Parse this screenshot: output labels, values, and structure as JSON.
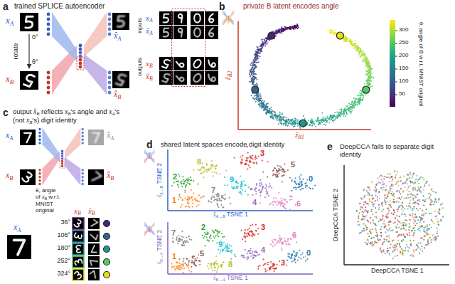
{
  "diagram": {
    "labels": [
      "a",
      "trained SPLICE autoencoder",
      "x",
      "A",
      "x",
      "B",
      "0°",
      "rotate",
      "θ°",
      "x̂",
      "A",
      "x̂",
      "B",
      "inputs",
      "outputs",
      "x",
      "A",
      "x̂",
      "A",
      "x",
      "B",
      "x̂",
      "B",
      "b",
      "private B latent encodes angle",
      "ẑ",
      "B1",
      "ẑ",
      "B2",
      "300",
      "250",
      "200",
      "150",
      "100",
      "50",
      "θ, angle of B w.r.t. MNIST original",
      "c",
      "output",
      "x̂",
      "B",
      "reflects",
      "x",
      "B",
      "'s angle and",
      "x",
      "A",
      "'s (not",
      "x",
      "B",
      "'s) digit identity",
      "x",
      "A",
      "x",
      "B",
      "x̂",
      "A",
      "x̂",
      "B",
      "θ, angle of",
      "x",
      "B",
      "w.r.t. MNIST original",
      "x",
      "A",
      "x",
      "B",
      "x̂",
      "B",
      "36°",
      "108°",
      "180°",
      "252°",
      "324°",
      "d",
      "shared latent spaces encode digit identity",
      "3",
      "5",
      "8",
      "0",
      "2",
      "1",
      "7",
      "9",
      "4",
      "6",
      "ŝ",
      "A→B",
      "TSNE 1",
      "ŝ",
      "A→B",
      "TSNE 2",
      "7",
      "2",
      "3",
      "9",
      "4",
      "6",
      "0",
      "5",
      "8",
      "1",
      "3",
      "ŝ",
      "B→A",
      "TSNE 1",
      "ŝ",
      "B→A",
      "TSNE 2",
      "e",
      "DeepCCA fails to separate digit identity",
      "DeepCCA TSNE 1",
      "DeepCCA TSNE 2"
    ]
  }
}
